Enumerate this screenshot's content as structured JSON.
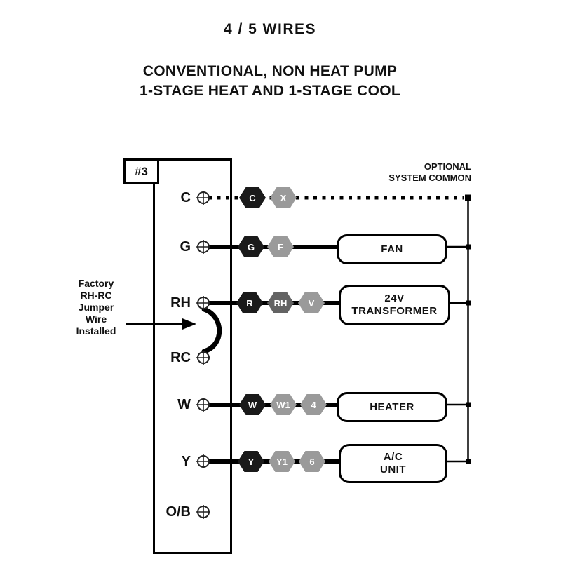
{
  "title": "4 / 5  WIRES",
  "subtitle": {
    "line1": "CONVENTIONAL, NON HEAT PUMP",
    "line2": "1-STAGE HEAT AND 1-STAGE COOL"
  },
  "terminal_block": {
    "tag": "#3",
    "terminals": [
      {
        "name": "C"
      },
      {
        "name": "G"
      },
      {
        "name": "RH"
      },
      {
        "name": "RC"
      },
      {
        "name": "W"
      },
      {
        "name": "Y"
      },
      {
        "name": "O/B"
      }
    ]
  },
  "wire_labels": {
    "c": [
      {
        "text": "C",
        "color": "black"
      },
      {
        "text": "X",
        "color": "gray"
      }
    ],
    "g": [
      {
        "text": "G",
        "color": "black"
      },
      {
        "text": "F",
        "color": "gray"
      }
    ],
    "rh": [
      {
        "text": "R",
        "color": "black"
      },
      {
        "text": "RH",
        "color": "dark"
      },
      {
        "text": "V",
        "color": "gray"
      }
    ],
    "w": [
      {
        "text": "W",
        "color": "black"
      },
      {
        "text": "W1",
        "color": "gray"
      },
      {
        "text": "4",
        "color": "gray"
      }
    ],
    "y": [
      {
        "text": "Y",
        "color": "black"
      },
      {
        "text": "Y1",
        "color": "gray"
      },
      {
        "text": "6",
        "color": "gray"
      }
    ]
  },
  "devices": {
    "fan": {
      "line1": "FAN"
    },
    "transformer": {
      "line1": "24V",
      "line2": "TRANSFORMER"
    },
    "heater": {
      "line1": "HEATER"
    },
    "ac": {
      "line1": "A/C",
      "line2": "UNIT"
    }
  },
  "annotations": {
    "optional_common": {
      "line1": "OPTIONAL",
      "line2": "SYSTEM COMMON"
    },
    "jumper_note": {
      "line1": "Factory",
      "line2": "RH-RC",
      "line3": "Jumper",
      "line4": "Wire",
      "line5": "Installed"
    }
  },
  "colors": {
    "badge_black": "#1a1a1a",
    "badge_dark": "#636363",
    "badge_gray": "#9a9a9a",
    "line": "#000000"
  }
}
